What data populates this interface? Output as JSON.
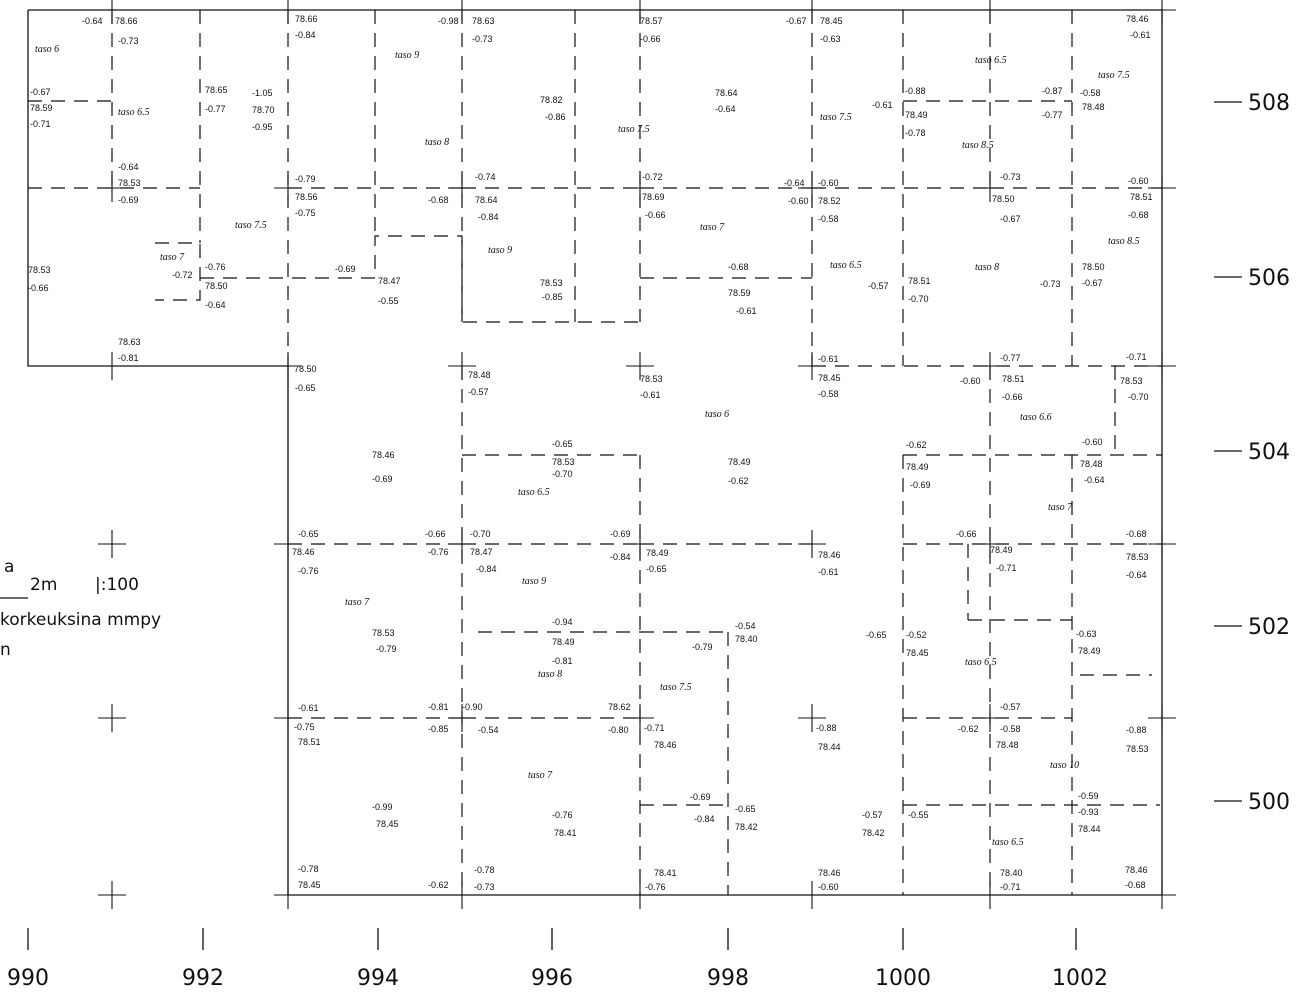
{
  "scale": {
    "fragment": "a",
    "length": "2m",
    "ratio": "|:100",
    "note": "korkeuksina mmpy",
    "note_tail": "n"
  },
  "x_ticks": [
    "990",
    "992",
    "994",
    "996",
    "998",
    "1000",
    "1002"
  ],
  "y_ticks": [
    "508",
    "506",
    "504",
    "502",
    "500"
  ],
  "tasot": [
    "taso 6",
    "taso 6.5",
    "taso 9",
    "taso 8",
    "taso 7.5",
    "taso 7.5",
    "taso 9",
    "taso 7.5",
    "taso 7",
    "taso 8.5",
    "taso 6.5",
    "taso 7",
    "taso 6.5",
    "taso 8",
    "taso 7.5",
    "taso 6",
    "taso 6.6",
    "taso 6.5",
    "taso 7",
    "taso 9",
    "taso 7",
    "taso 8",
    "taso 6.5",
    "taso 8.5",
    "taso 7.5",
    "taso 7",
    "taso 10",
    "taso 6.5"
  ],
  "levels": [
    "-0.64",
    "78.66",
    "-0.73",
    "78.66",
    "-0.84",
    "-0.98",
    "78.63",
    "-0.73",
    "78.57",
    "-0.66",
    "-0.67",
    "78.45",
    "-0.63",
    "78.46",
    "-0.61",
    "-0.67",
    "78.59",
    "-0.71",
    "78.65",
    "-0.77",
    "-1.05",
    "78.70",
    "-0.95",
    "78.82",
    "-0.86",
    "78.64",
    "-0.64",
    "-0.61",
    "-0.88",
    "78.49",
    "-0.78",
    "-0.87",
    "-0.58",
    "-0.77",
    "78.48",
    "-0.64",
    "78.53",
    "-0.69",
    "-0.79",
    "78.56",
    "-0.75",
    "-0.74",
    "-0.68",
    "78.64",
    "-0.84",
    "-0.72",
    "78.69",
    "-0.66",
    "-0.64",
    "-0.60",
    "-0.60",
    "78.52",
    "-0.58",
    "-0.73",
    "78.50",
    "-0.67",
    "-0.60",
    "78.51",
    "-0.68",
    "78.53",
    "-0.66",
    "-0.72",
    "-0.76",
    "78.50",
    "-0.64",
    "-0.69",
    "78.47",
    "-0.55",
    "78.53",
    "-0.85",
    "-0.68",
    "78.59",
    "-0.61",
    "-0.57",
    "78.51",
    "-0.70",
    "-0.73",
    "78.50",
    "-0.67",
    "78.63",
    "-0.81",
    "78.50",
    "-0.65",
    "78.48",
    "-0.57",
    "78.53",
    "-0.61",
    "-0.61",
    "78.45",
    "-0.58",
    "-0.77",
    "-0.60",
    "78.51",
    "-0.66",
    "-0.71",
    "78.53",
    "-0.70",
    "-0.65",
    "78.53",
    "-0.70",
    "78.46",
    "-0.69",
    "78.49",
    "-0.62",
    "-0.62",
    "78.49",
    "-0.69",
    "-0.60",
    "78.48",
    "-0.64",
    "-0.65",
    "78.46",
    "-0.76",
    "-0.66",
    "-0.70",
    "-0.76",
    "78.47",
    "-0.84",
    "-0.69",
    "-0.84",
    "78.49",
    "-0.65",
    "78.46",
    "-0.61",
    "-0.66",
    "78.49",
    "-0.71",
    "-0.68",
    "78.53",
    "-0.64",
    "78.53",
    "-0.79",
    "-0.94",
    "78.49",
    "-0.81",
    "-0.54",
    "-0.79",
    "78.40",
    "-0.65",
    "-0.52",
    "78.45",
    "-0.63",
    "78.49",
    "-0.61",
    "-0.75",
    "78.51",
    "-0.81",
    "-0.85",
    "-0.90",
    "-0.54",
    "78.62",
    "-0.80",
    "-0.71",
    "78.46",
    "-0.88",
    "78.44",
    "-0.57",
    "-0.62",
    "-0.58",
    "78.48",
    "-0.88",
    "78.53",
    "-0.99",
    "78.45",
    "-0.76",
    "78.41",
    "-0.69",
    "-0.84",
    "-0.65",
    "78.42",
    "-0.57",
    "78.42",
    "-0.55",
    "-0.59",
    "-0.93",
    "78.44",
    "-0.62",
    "-0.78",
    "78.45",
    "-0.78",
    "-0.73",
    "78.41",
    "-0.76",
    "78.46",
    "-0.60",
    "78.40",
    "-0.71",
    "78.46",
    "-0.68",
    "78.47"
  ]
}
